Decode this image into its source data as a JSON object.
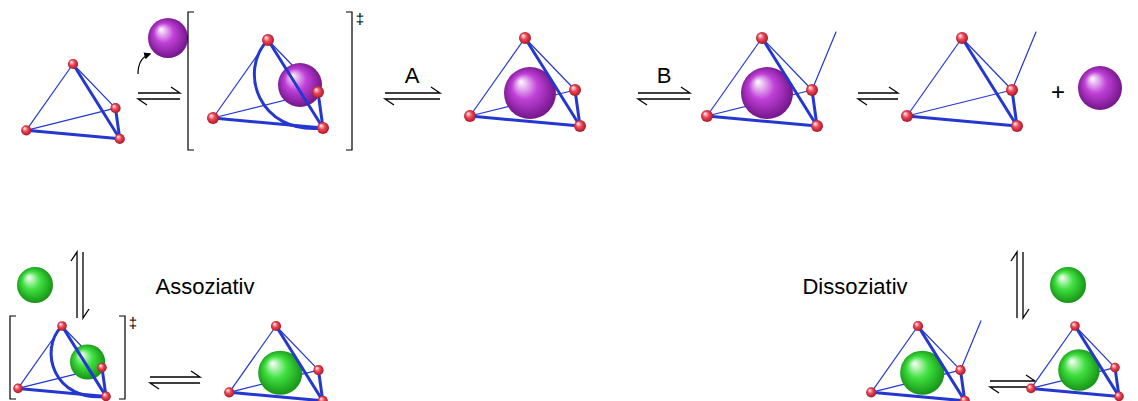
{
  "diagram": {
    "labels": [
      "‡",
      "A",
      "B",
      "+",
      "Assoziativ",
      "Dissoziativ",
      "‡"
    ]
  }
}
